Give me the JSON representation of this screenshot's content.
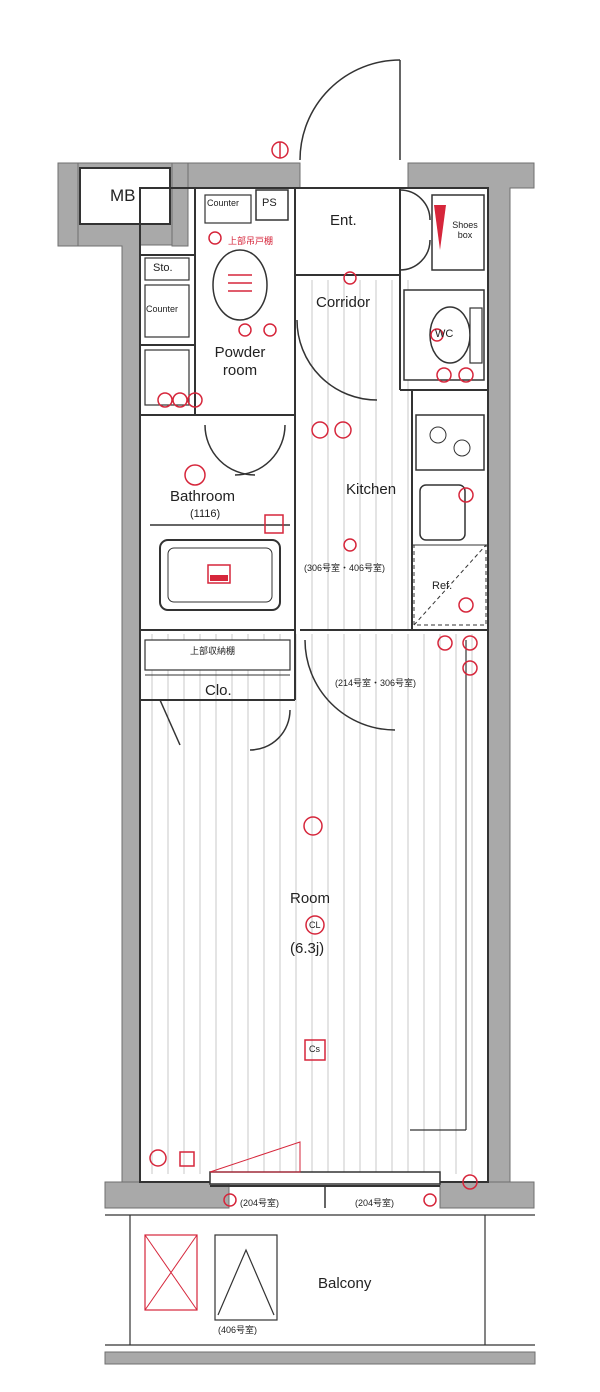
{
  "rooms": {
    "mb": "MB",
    "ps": "PS",
    "counter_powder": "Counter",
    "counter_left": "Counter",
    "sto": "Sto.",
    "ent": "Ent.",
    "shoes_box": "Shoes box",
    "corridor": "Corridor",
    "powder_room": "Powder room",
    "wc": "WC",
    "bathroom": "Bathroom",
    "bathroom_size": "(1116)",
    "kitchen": "Kitchen",
    "ref": "Ref.",
    "clo": "Clo.",
    "room": "Room",
    "room_size": "(6.3j)",
    "balcony": "Balcony"
  },
  "notes": {
    "powder_upper_cabinet": "上部吊戸棚",
    "clo_upper_shelf": "上部収納棚",
    "kitchen_units": "(306号室・406号室)",
    "room_units": "(214号室・306号室)",
    "window_left_unit": "(204号室)",
    "window_right_unit": "(204号室)",
    "balcony_unit": "(406号室)",
    "ceiling_light": "CL",
    "cs_outlet": "Cs"
  },
  "colors": {
    "wall": "#a9a9a9",
    "wall_edge": "#6f6f6f",
    "line": "#333333",
    "floor_stripe": "#cfcfcf",
    "annotation_red": "#d6263b"
  },
  "icons": [
    "door-swing-icon",
    "toilet-icon",
    "sink-icon",
    "bathtub-icon",
    "stove-icon",
    "outlet-icon",
    "light-icon",
    "vent-icon",
    "sliding-window-icon"
  ]
}
